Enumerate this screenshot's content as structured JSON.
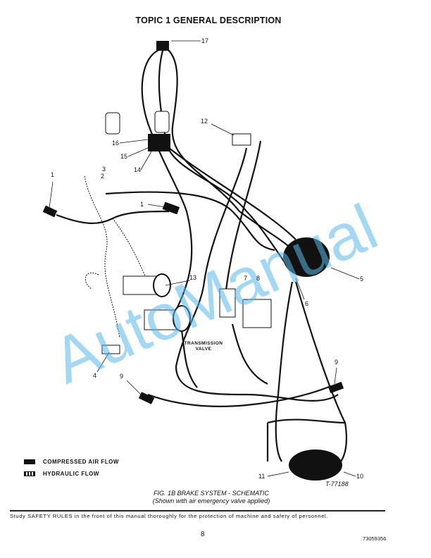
{
  "header": {
    "title": "TOPIC 1 GENERAL DESCRIPTION"
  },
  "diagram": {
    "callouts": [
      "17",
      "12",
      "16",
      "15",
      "14",
      "3",
      "2",
      "1",
      "1",
      "13",
      "7",
      "8",
      "5",
      "6",
      "4",
      "9",
      "9",
      "11",
      "10"
    ],
    "transmission_valve_label": "TRANSMISSION VALVE",
    "figure_number": "T-77188"
  },
  "legend": {
    "items": [
      {
        "label": "COMPRESSED AIR FLOW"
      },
      {
        "label": "HYDRAULIC FLOW"
      }
    ]
  },
  "caption": {
    "line1": "FIG. 1B BRAKE SYSTEM - SCHEMATIC",
    "line2": "(Shown with air emergency valve applied)"
  },
  "footer": {
    "safety_note": "Study SAFETY RULES in the front of this manual thoroughly for the protection of machine and safety of personnel.",
    "page_number": "8",
    "doc_number": "73059356"
  },
  "watermark": {
    "text": "AutoManual",
    "color": "#5bb8e8"
  }
}
